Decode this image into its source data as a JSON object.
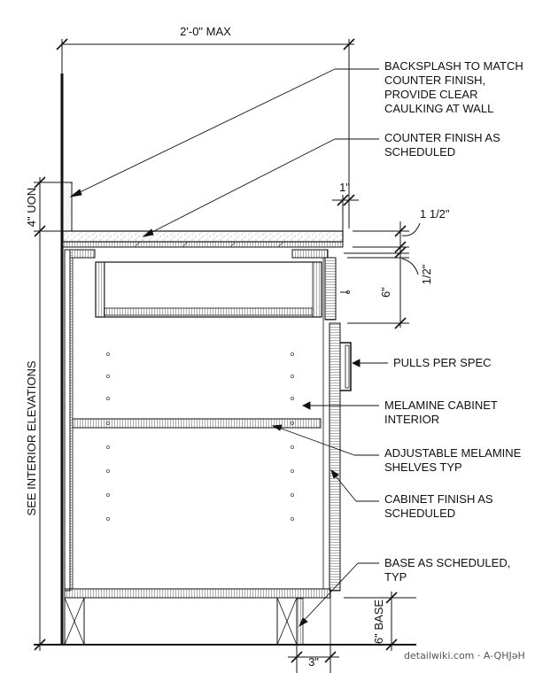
{
  "dimensions": {
    "width_max": "2'-0\" MAX",
    "backsplash_height": "4\" UON",
    "counter_overhang": "1\"",
    "counter_thickness": "1 1/2\"",
    "top_reveal": "1/2\"",
    "drawer_height": "6\"",
    "base_height": "6\" BASE",
    "toe_kick_depth": "3\"",
    "side_reference": "SEE INTERIOR ELEVATIONS"
  },
  "callouts": {
    "backsplash": [
      "BACKSPLASH TO MATCH",
      "COUNTER FINISH,",
      "PROVIDE CLEAR",
      "CAULKING AT WALL"
    ],
    "counter": [
      "COUNTER FINISH AS",
      "SCHEDULED"
    ],
    "pulls": [
      "PULLS PER SPEC"
    ],
    "interior": [
      "MELAMINE CABINET",
      "INTERIOR"
    ],
    "shelves": [
      "ADJUSTABLE MELAMINE",
      "SHELVES TYP"
    ],
    "cabinet_finish": [
      "CABINET FINISH AS",
      "SCHEDULED"
    ],
    "base": [
      "BASE AS SCHEDULED,",
      "TYP"
    ]
  },
  "credit": "detailwiki.com · A-QHJəH"
}
